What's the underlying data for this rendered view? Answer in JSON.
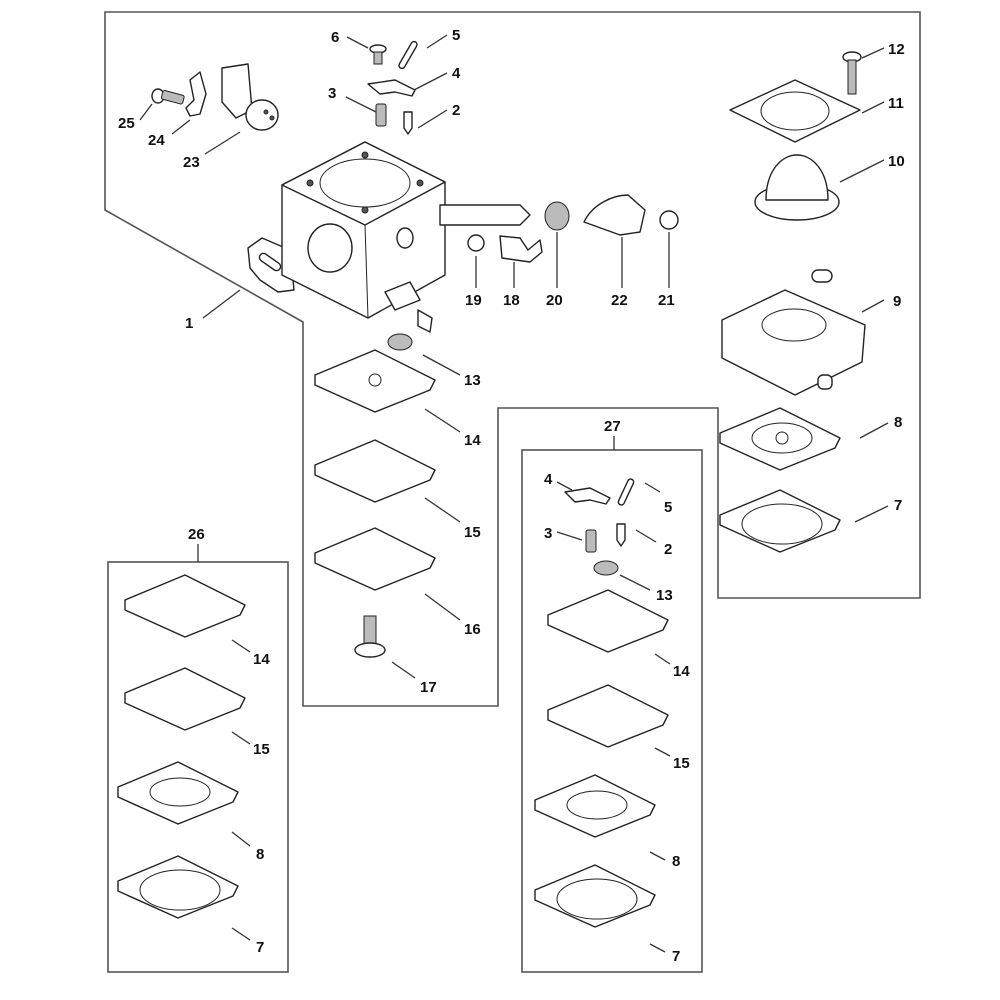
{
  "diagram": {
    "title": "Carburetor exploded parts diagram",
    "callouts": {
      "c1": "1",
      "c2": "2",
      "c3": "3",
      "c4": "4",
      "c5": "5",
      "c6": "6",
      "c7": "7",
      "c8": "8",
      "c9": "9",
      "c10": "10",
      "c11": "11",
      "c12": "12",
      "c13": "13",
      "c14": "14",
      "c15": "15",
      "c16": "16",
      "c17": "17",
      "c18": "18",
      "c19": "19",
      "c20": "20",
      "c21": "21",
      "c22": "22",
      "c23": "23",
      "c24": "24",
      "c25": "25"
    },
    "kit26": {
      "label": "26",
      "items": [
        "14",
        "15",
        "8",
        "7"
      ]
    },
    "kit27": {
      "label": "27",
      "items": [
        "4",
        "5",
        "3",
        "2",
        "13",
        "14",
        "15",
        "8",
        "7"
      ]
    }
  }
}
